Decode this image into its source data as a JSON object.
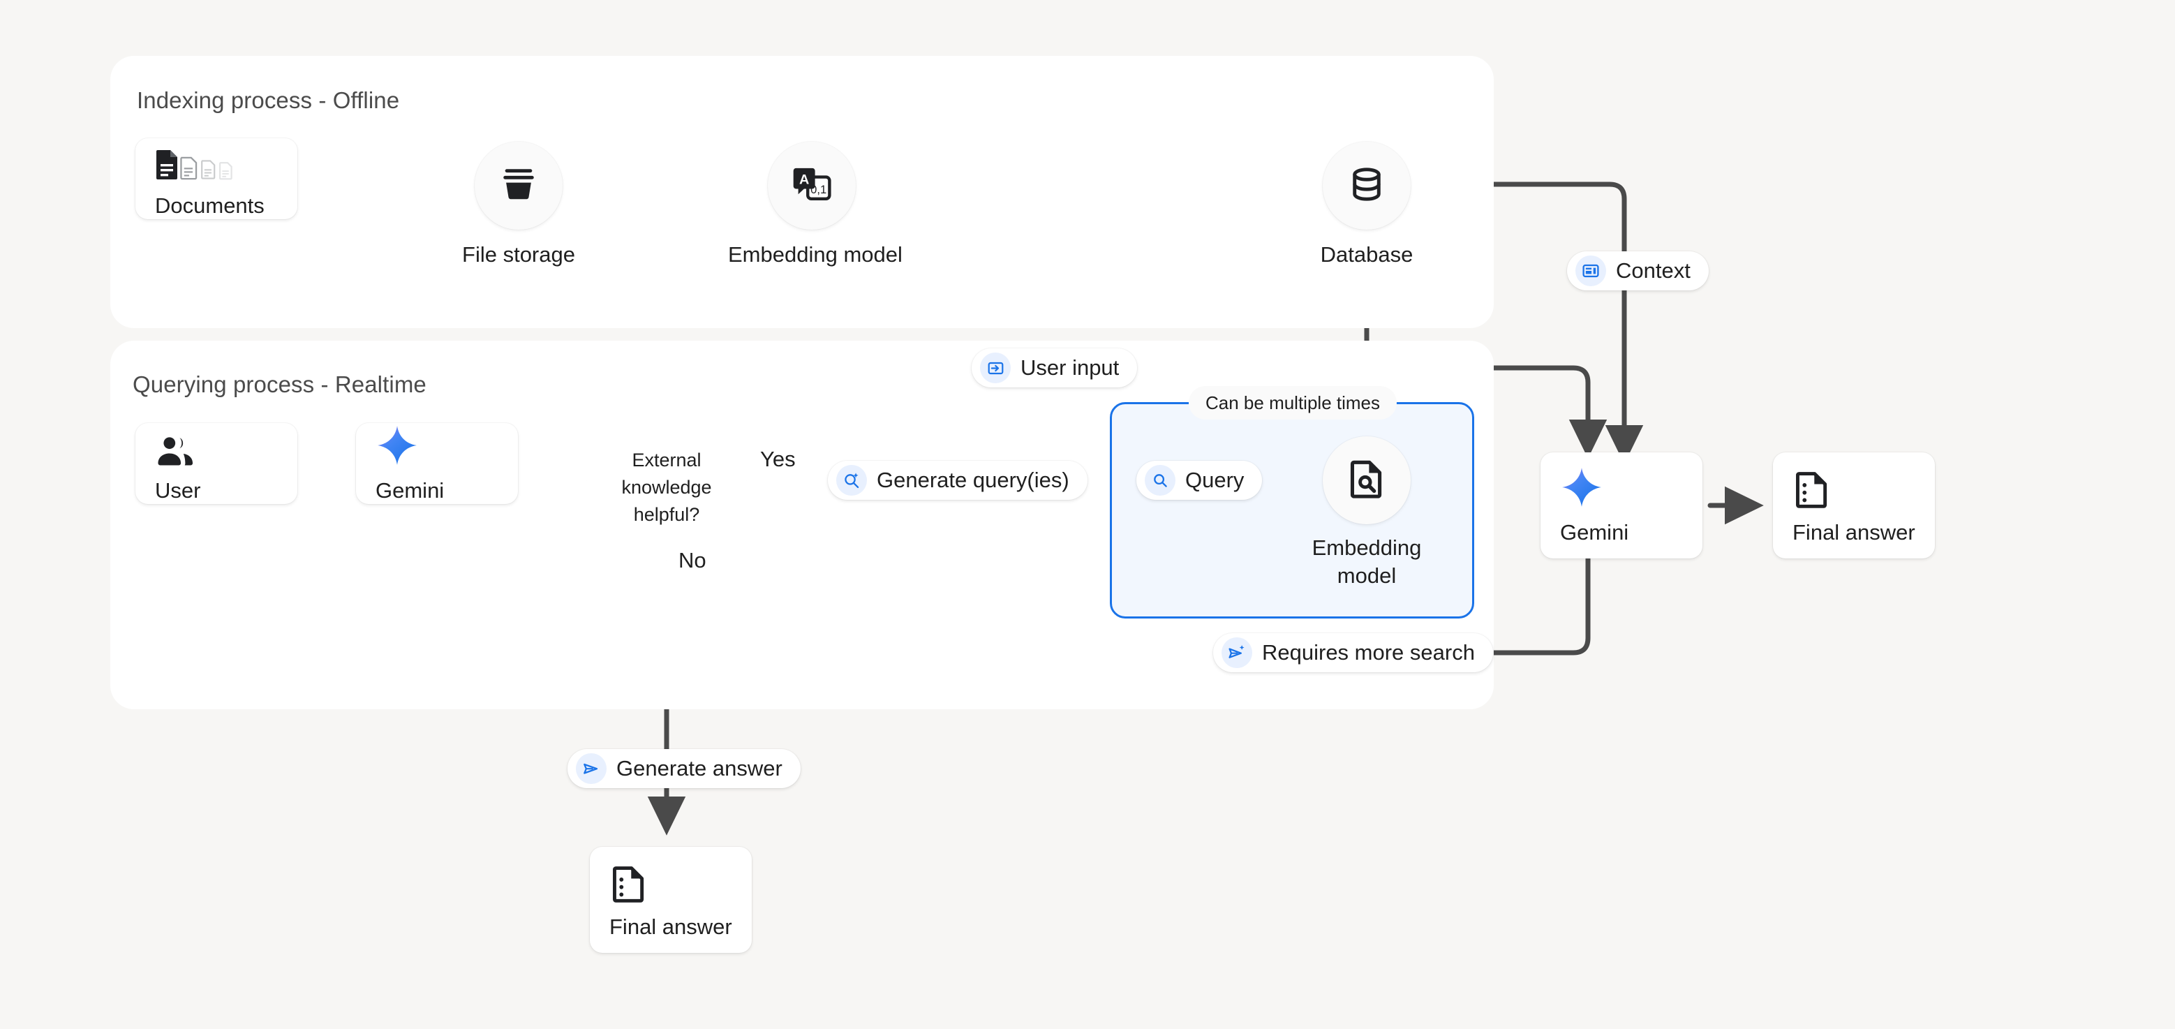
{
  "page": {
    "background": "#f7f6f4",
    "accent_blue": "#1a73e8",
    "line_color": "#4a4a4a",
    "loop_fill": "#f2f7fe"
  },
  "indexing_panel": {
    "title": "Indexing process - Offline",
    "documents_card": {
      "label": "Documents",
      "icon": "documents-icon"
    },
    "file_storage": {
      "label": "File storage",
      "icon": "file-storage-icon"
    },
    "embedding_model": {
      "label": "Embedding model",
      "icon": "translate-embedding-icon"
    },
    "database": {
      "label": "Database",
      "icon": "database-icon"
    }
  },
  "querying_panel": {
    "title": "Querying process - Realtime",
    "user_card": {
      "label": "User",
      "icon": "user-group-icon"
    },
    "gemini_card": {
      "label": "Gemini",
      "icon": "gemini-sparkle-icon"
    },
    "decision": {
      "line1": "External",
      "line2": "knowledge",
      "line3": "helpful?"
    },
    "edge_yes": "Yes",
    "edge_no": "No",
    "generate_query_pill": {
      "label": "Generate query(ies)",
      "icon": "search-sparkle-icon"
    },
    "loop_note": "Can be multiple times",
    "query_pill": {
      "label": "Query",
      "icon": "search-icon"
    },
    "loop_embedding_model": {
      "line1": "Embedding",
      "line2": "model",
      "icon": "document-search-icon"
    },
    "user_input_pill": {
      "label": "User input",
      "icon": "input-arrow-icon"
    },
    "requires_more_search_pill": {
      "label": "Requires more search",
      "icon": "send-sparkle-icon"
    }
  },
  "right_column": {
    "context_pill": {
      "label": "Context",
      "icon": "context-card-icon"
    },
    "gemini_card": {
      "label": "Gemini",
      "icon": "gemini-sparkle-icon"
    },
    "final_answer_card": {
      "label": "Final answer",
      "icon": "final-answer-doc-icon"
    }
  },
  "bottom": {
    "generate_answer_pill": {
      "label": "Generate answer",
      "icon": "send-icon"
    },
    "final_answer_card": {
      "label": "Final answer",
      "icon": "final-answer-doc-icon"
    }
  }
}
